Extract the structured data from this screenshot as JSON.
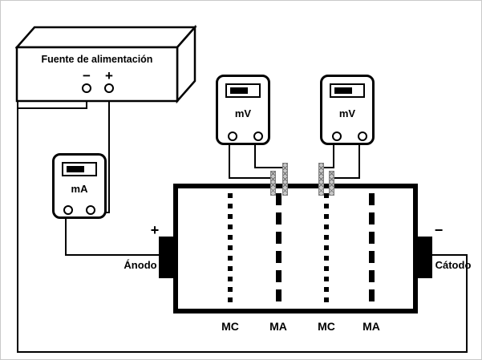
{
  "figure": {
    "power_supply": {
      "label": "Fuente de alimentación",
      "minus_sign": "−",
      "plus_sign": "+"
    },
    "ammeter": {
      "label": "mA"
    },
    "voltmeters": [
      {
        "label": "mV"
      },
      {
        "label": "mV"
      }
    ],
    "cell": {
      "anode_sign": "+",
      "anode_label": "Ánodo",
      "cathode_sign": "−",
      "cathode_label": "Cátodo",
      "membrane_labels": [
        "MC",
        "MA",
        "MC",
        "MA"
      ]
    },
    "colors": {
      "wire": "#000000",
      "electrode": "#000000",
      "probe_fill": "#c9c9c9"
    }
  }
}
